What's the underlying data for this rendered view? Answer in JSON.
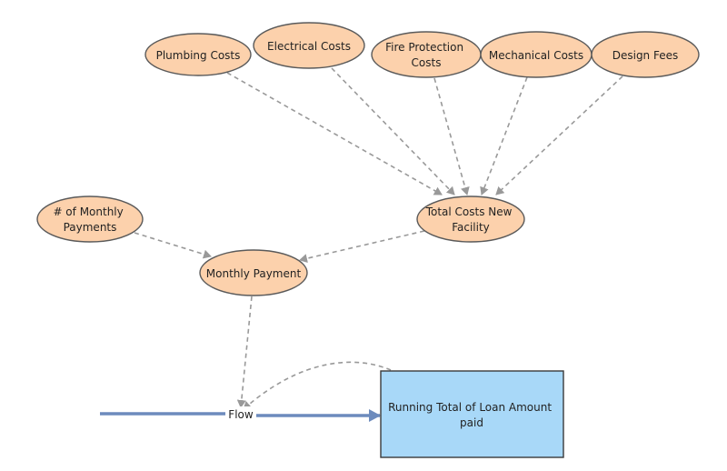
{
  "colors": {
    "node_fill": "#fcd1ac",
    "node_stroke": "#5a5a5a",
    "link": "#999999",
    "stock_fill": "#a8d8f8",
    "stock_stroke": "#3a3a3a",
    "flow": "#6d8bbd",
    "text": "#222222"
  },
  "variables": [
    {
      "id": "plumbing",
      "lines": [
        "Plumbing Costs"
      ]
    },
    {
      "id": "electrical",
      "lines": [
        "Electrical Costs"
      ]
    },
    {
      "id": "fire",
      "lines": [
        "Fire Protection",
        "Costs"
      ]
    },
    {
      "id": "mechanical",
      "lines": [
        "Mechanical Costs"
      ]
    },
    {
      "id": "design",
      "lines": [
        "Design Fees"
      ]
    },
    {
      "id": "total",
      "lines": [
        "Total Costs New",
        "Facility"
      ]
    },
    {
      "id": "numpay",
      "lines": [
        "# of Monthly",
        "Payments"
      ]
    },
    {
      "id": "monthly",
      "lines": [
        "Monthly Payment"
      ]
    }
  ],
  "stock": {
    "id": "running",
    "lines": [
      "Running Total of Loan Amount",
      "paid"
    ]
  },
  "flow": {
    "id": "flow",
    "label": "Flow"
  },
  "links": [
    {
      "from": "plumbing",
      "to": "total"
    },
    {
      "from": "electrical",
      "to": "total"
    },
    {
      "from": "fire",
      "to": "total"
    },
    {
      "from": "mechanical",
      "to": "total"
    },
    {
      "from": "design",
      "to": "total"
    },
    {
      "from": "numpay",
      "to": "monthly"
    },
    {
      "from": "total",
      "to": "monthly"
    },
    {
      "from": "monthly",
      "to": "flow"
    },
    {
      "from": "running",
      "to": "flow",
      "curved": true
    }
  ]
}
